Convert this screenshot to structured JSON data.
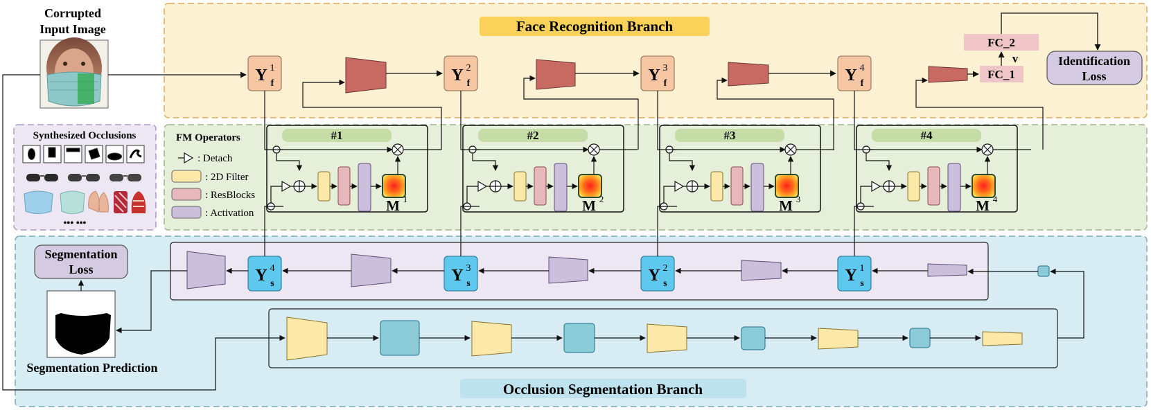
{
  "labels": {
    "corrupted_input": [
      "Corrupted",
      "Input Image"
    ],
    "face_branch": "Face Recognition Branch",
    "seg_branch": "Occlusion Segmentation Branch",
    "synth_title": "Synthesized Occlusions",
    "ellipsis": "•••  •••",
    "seg_loss": [
      "Segmentation",
      "Loss"
    ],
    "seg_pred": "Segmentation Prediction",
    "id_loss": [
      "Identification",
      "Loss"
    ],
    "fc1": "FC_1",
    "fc2": "FC_2",
    "v": "v"
  },
  "legend": {
    "title": "FM Operators",
    "items": [
      {
        "label": ": Detach",
        "shape": "detach-triangle"
      },
      {
        "label": ": 2D Filter",
        "color": "#fce8a8"
      },
      {
        "label": ": ResBlocks",
        "color": "#e8b9bc"
      },
      {
        "label": ": Activation",
        "color": "#cbbfdc"
      }
    ]
  },
  "fm_modules": [
    {
      "id": "#1",
      "mask": "M",
      "sup": "1"
    },
    {
      "id": "#2",
      "mask": "M",
      "sup": "2"
    },
    {
      "id": "#3",
      "mask": "M",
      "sup": "3"
    },
    {
      "id": "#4",
      "mask": "M",
      "sup": "4"
    }
  ],
  "face_nodes": [
    {
      "base": "Y",
      "sub": "f",
      "sup": "1"
    },
    {
      "base": "Y",
      "sub": "f",
      "sup": "2"
    },
    {
      "base": "Y",
      "sub": "f",
      "sup": "3"
    },
    {
      "base": "Y",
      "sub": "f",
      "sup": "4"
    }
  ],
  "seg_nodes": [
    {
      "base": "Y",
      "sub": "s",
      "sup": "4"
    },
    {
      "base": "Y",
      "sub": "s",
      "sup": "3"
    },
    {
      "base": "Y",
      "sub": "s",
      "sup": "2"
    },
    {
      "base": "Y",
      "sub": "s",
      "sup": "1"
    }
  ],
  "colors": {
    "face_bg": "#fdf1d4",
    "face_border": "#e0a85a",
    "fm_bg": "#e6efd9",
    "fm_border": "#9bb58a",
    "seg_bg": "#d7ecf3",
    "seg_border": "#7aa9ba",
    "face_node": "#f7c6a2",
    "seg_node": "#5fc8ee",
    "enc_block": "#c86a62",
    "filter": "#fce8a8",
    "resblock": "#e8b9bc",
    "activation": "#cbbfdc",
    "seg_enc": "#8ccbd8",
    "banner_face": "#fad25a",
    "banner_seg": "#bfe3ee",
    "fm_title": "#c6dca7",
    "fc": "#efc5c8",
    "loss": "#d4cbe3"
  }
}
